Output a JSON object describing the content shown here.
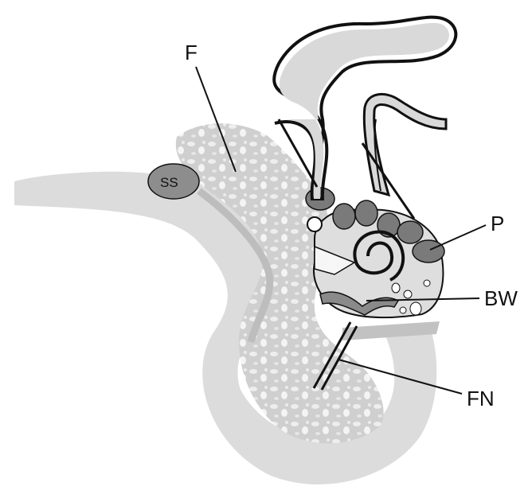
{
  "labels": {
    "ss": "SS",
    "f": "F",
    "p": "P",
    "bw": "BW",
    "fn": "FN"
  },
  "colors": {
    "background": "#ffffff",
    "light_gray": "#d7d7d7",
    "mid_gray": "#bfbfbf",
    "dark_gray": "#7a7a7a",
    "mottle_white": "#f4f4f4",
    "outline": "#111111"
  }
}
